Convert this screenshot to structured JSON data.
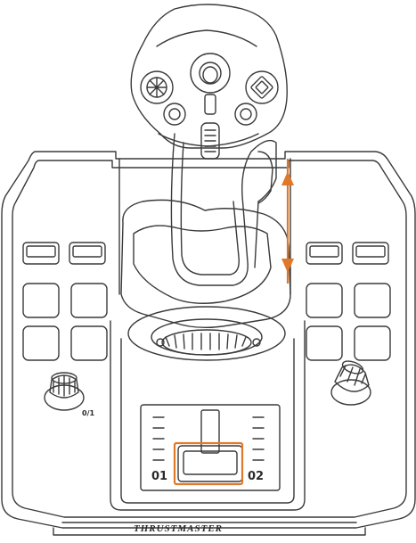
{
  "colors": {
    "line": "#3a3a3a",
    "accent": "#e0782a",
    "background": "#ffffff"
  },
  "labels": {
    "brand": "THRUSTMASTER",
    "knob_label": "0/1",
    "slider_left": "01",
    "slider_right": "02"
  },
  "icons": {
    "vertical_arrow": "double-headed-arrow-icon",
    "highlight": "highlight-rectangle-icon"
  }
}
